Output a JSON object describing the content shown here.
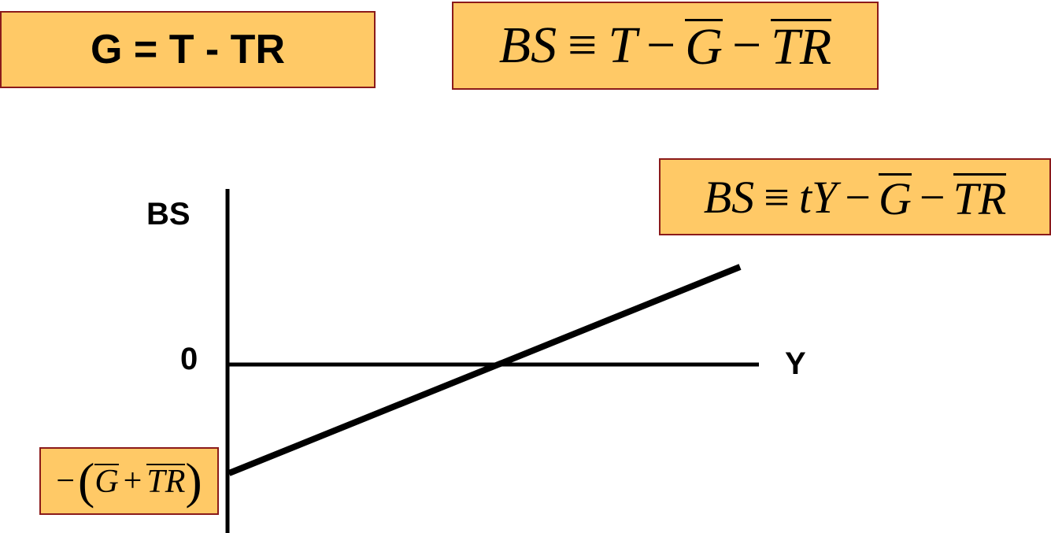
{
  "identity_equation": {
    "text": "G = T - TR"
  },
  "budget_identity": {
    "lhs": "BS",
    "equiv": "≡",
    "term_t": "T",
    "minus_1": "−",
    "term_g": "G",
    "minus_2": "−",
    "term_tr": "TR"
  },
  "budget_function": {
    "lhs": "BS",
    "equiv": "≡",
    "term_ty": "tY",
    "minus_1": "−",
    "term_g": "G",
    "minus_2": "−",
    "term_tr": "TR"
  },
  "intercept_label": {
    "minus": "−",
    "open_paren": "(",
    "term_g": "G",
    "plus": "+",
    "term_tr": "TR",
    "close_paren": ")"
  },
  "axes": {
    "y_label": "BS",
    "x_label": "Y",
    "zero_label": "0"
  },
  "colors": {
    "box_fill": "#FFC966",
    "box_border": "#8B1A1A",
    "ink": "#000000"
  }
}
